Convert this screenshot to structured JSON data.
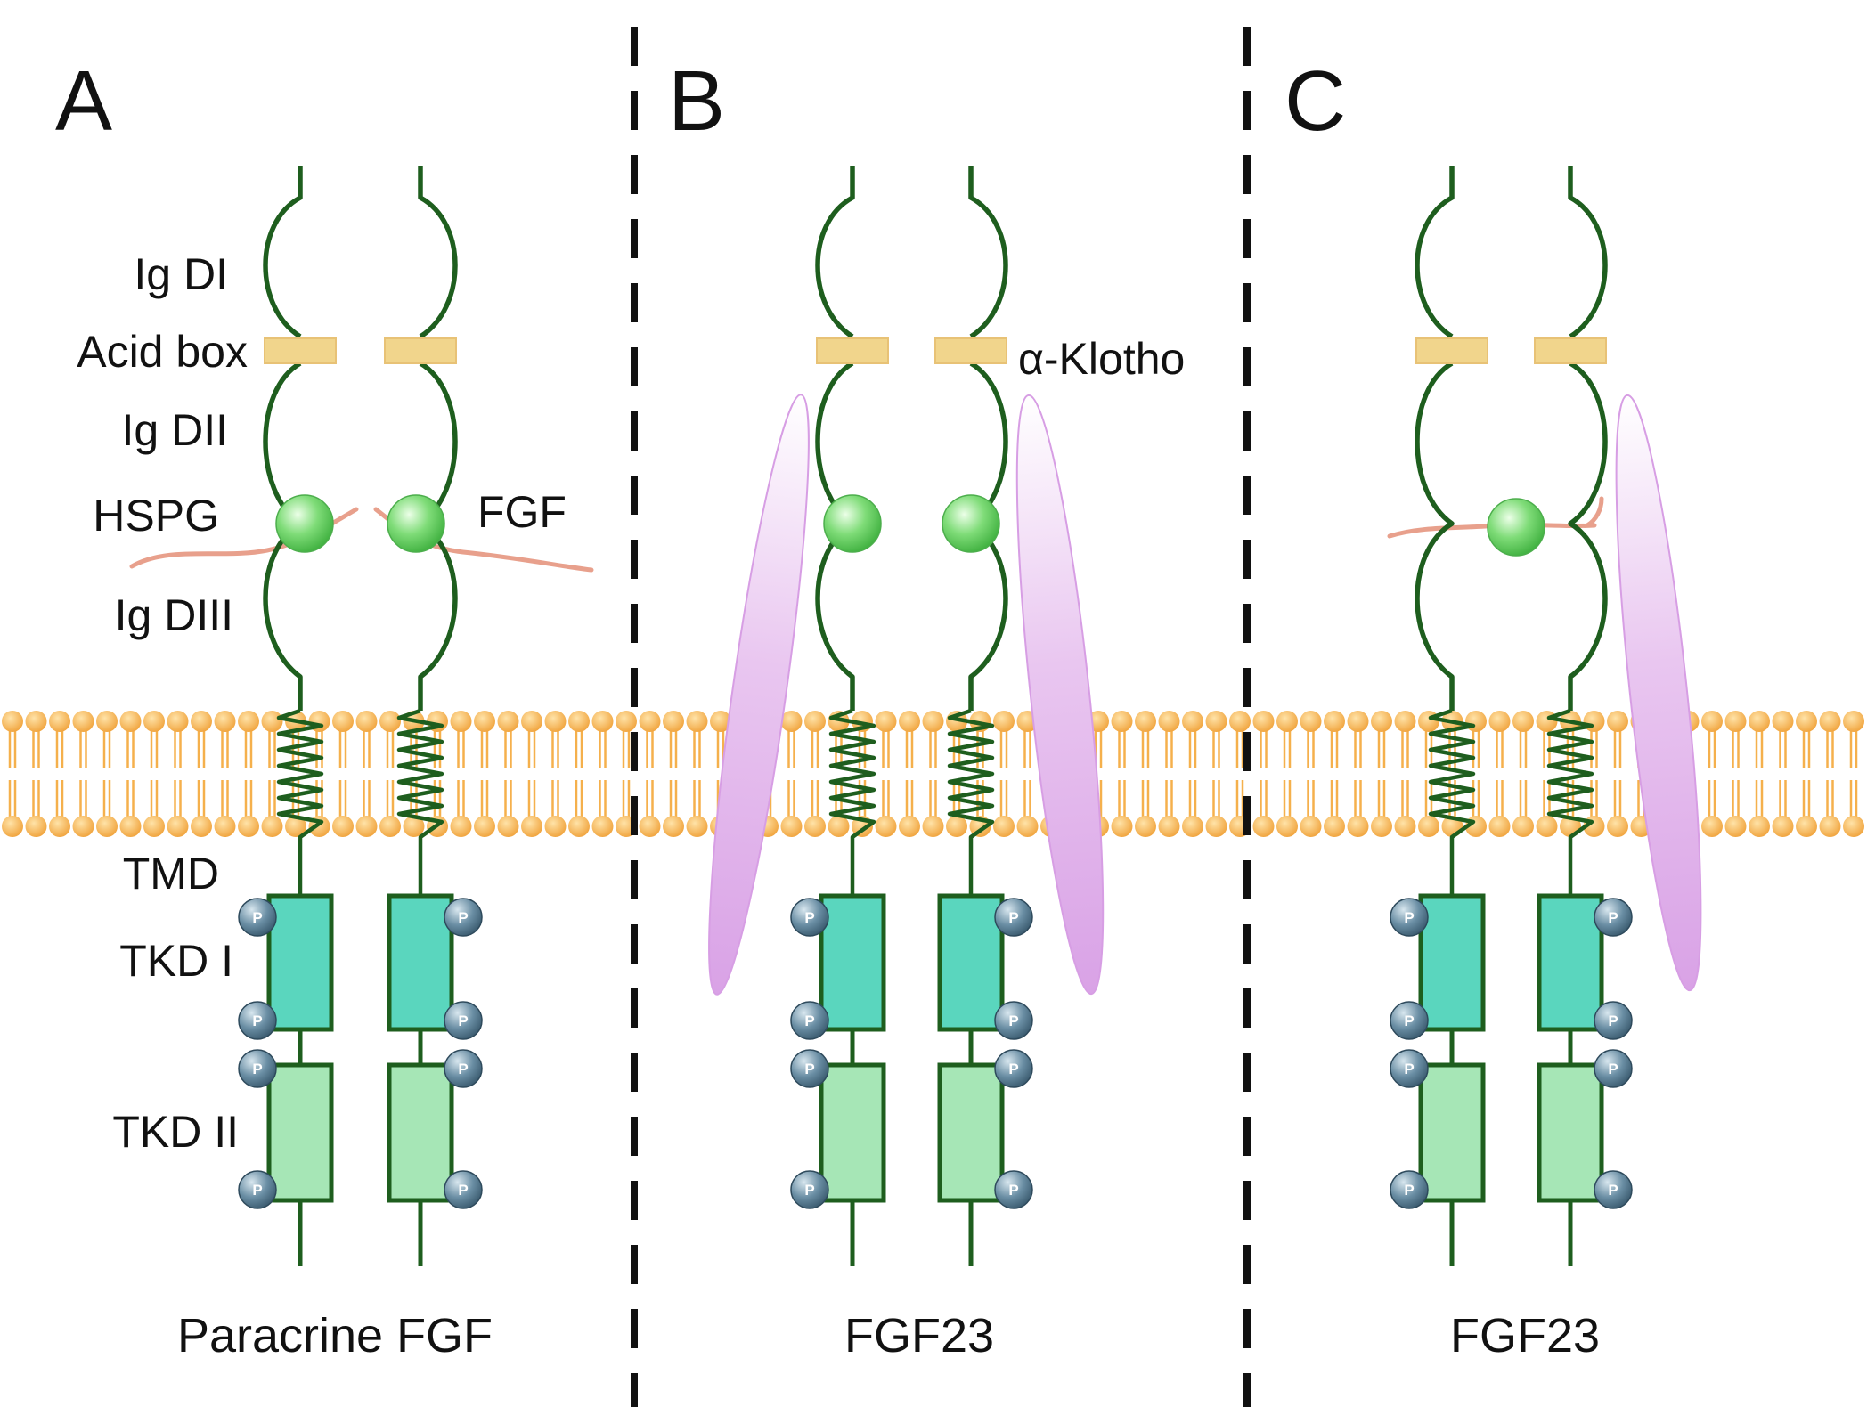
{
  "panels": {
    "a": {
      "letter": "A",
      "caption": "Paracrine FGF"
    },
    "b": {
      "letter": "B",
      "caption": "FGF23"
    },
    "c": {
      "letter": "C",
      "caption": "FGF23"
    }
  },
  "labels": {
    "ig_d1": "Ig DI",
    "acid_box": "Acid box",
    "ig_d2": "Ig DII",
    "hspg": "HSPG",
    "fgf": "FGF",
    "ig_d3": "Ig DIII",
    "tmd": "TMD",
    "tkd1": "TKD I",
    "tkd2": "TKD II",
    "klotho": "α-Klotho"
  },
  "phospho_label": "P",
  "colors": {
    "receptor_line": "#1e5e1e",
    "acid_box": "#f1d58c",
    "fgf_ligand": "#6ed36e",
    "hspg": "#e8a08c",
    "klotho": "#dba6e6",
    "lipid_head": "#f5b04c",
    "tkd1": "#5ad6be",
    "tkd2": "#a6e6b6",
    "phospho": "#5a7c92"
  }
}
